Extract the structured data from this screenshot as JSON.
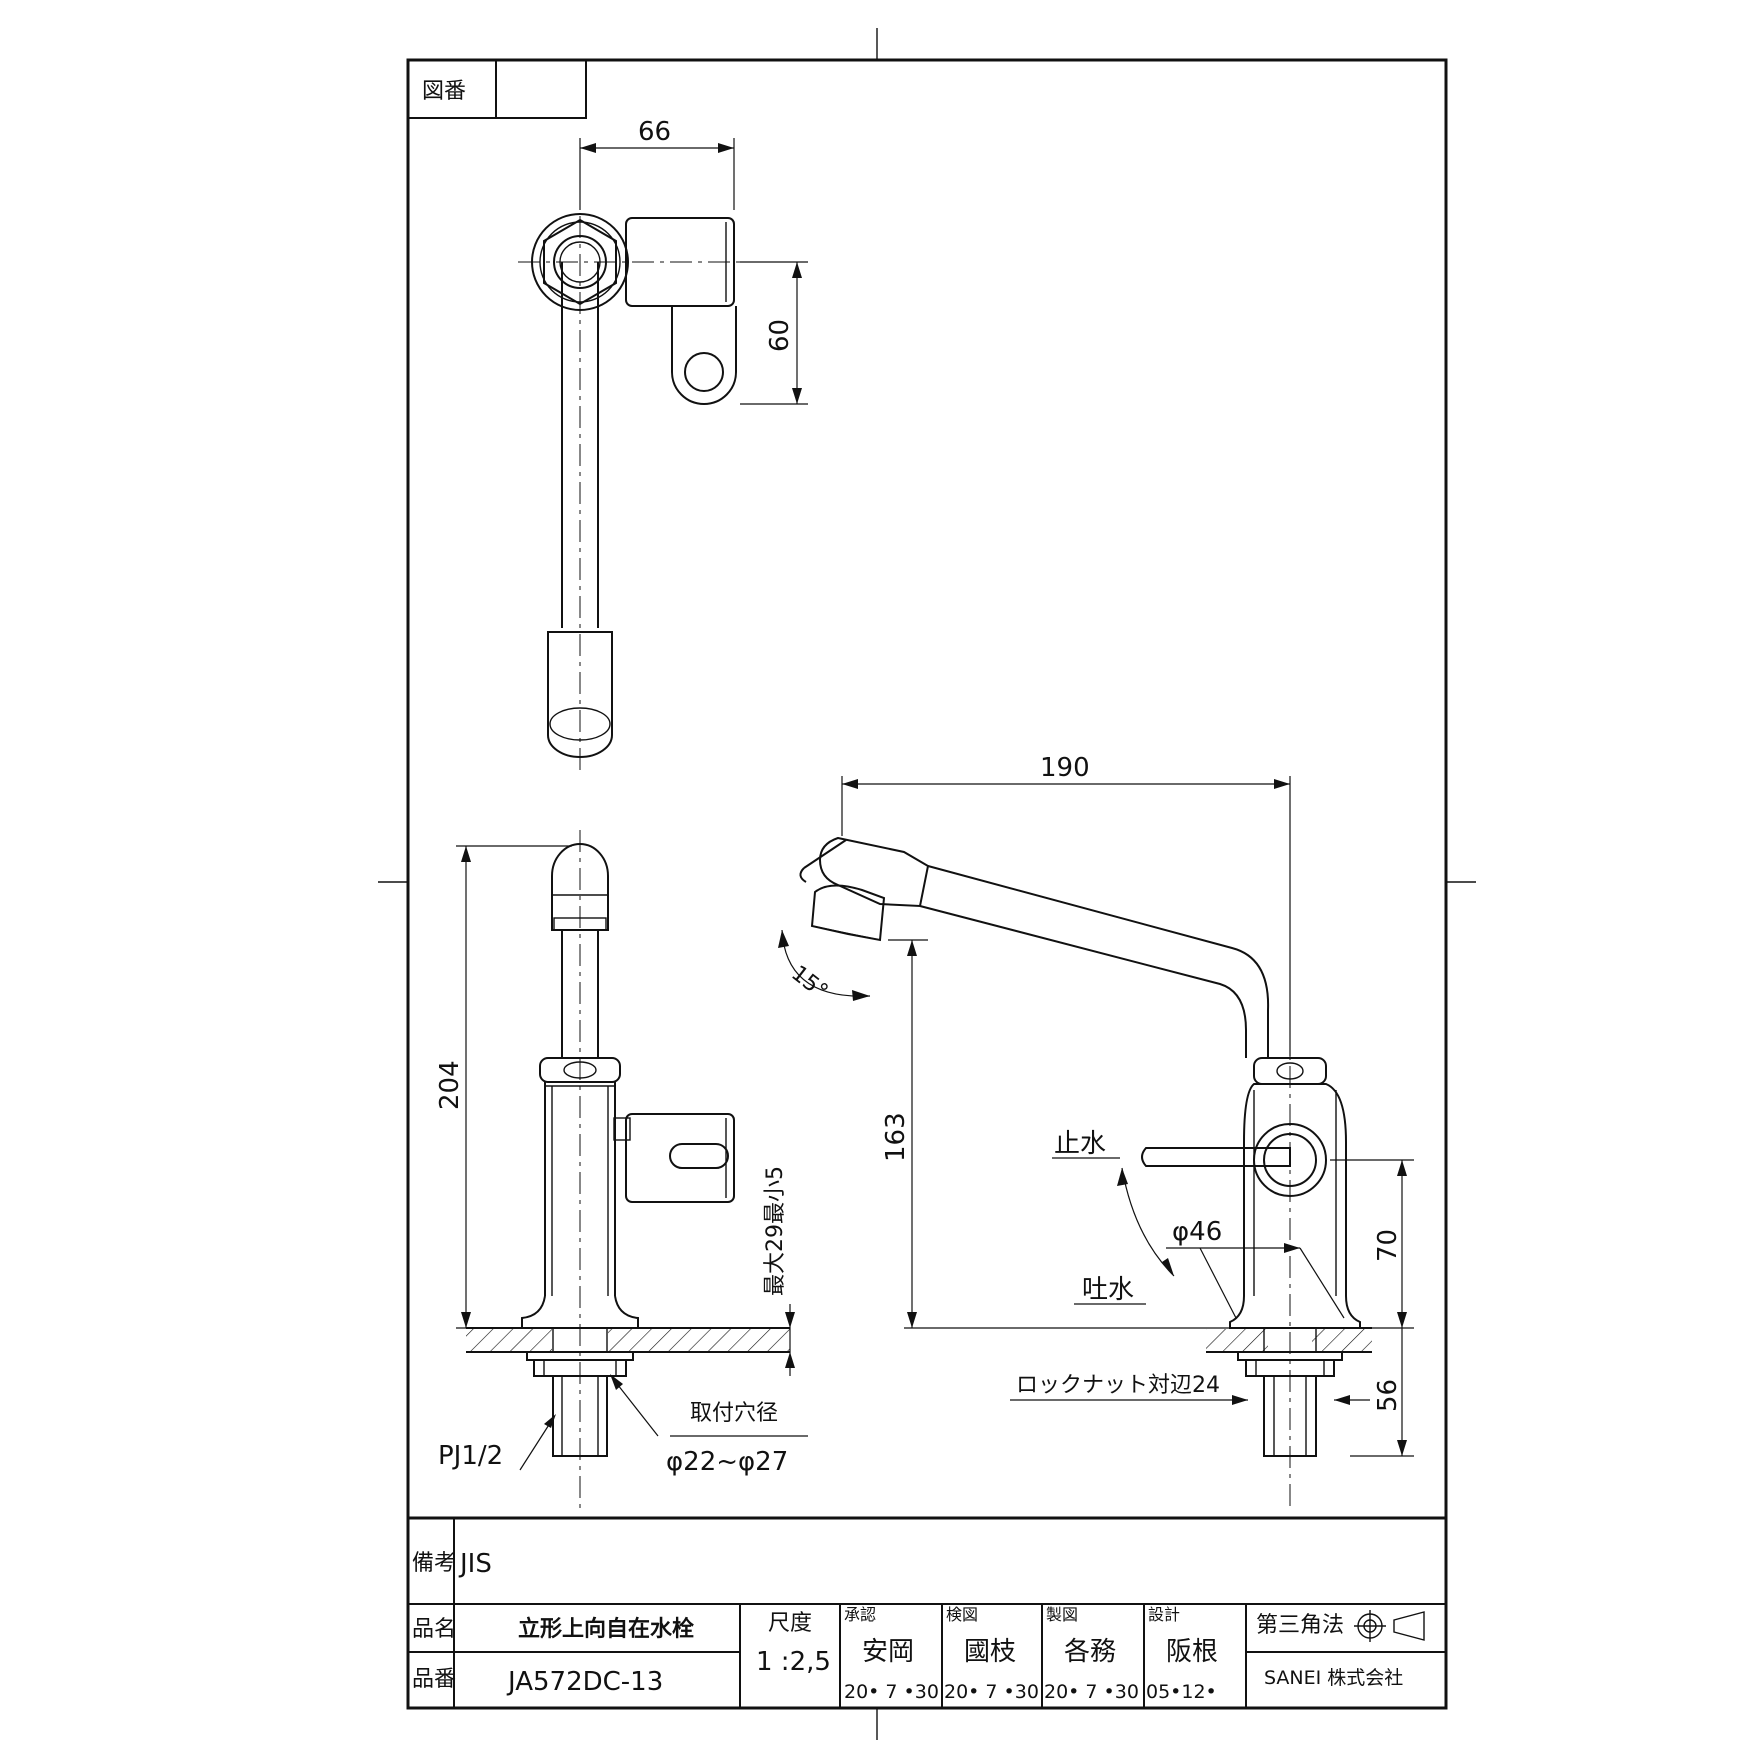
{
  "title_block": {
    "drawing_no_label": "図番",
    "drawing_no_value": "",
    "remarks_label": "備考",
    "remarks_value": "JIS",
    "product_name_label": "品名",
    "product_name": "立形上向自在水栓",
    "product_no_label": "品番",
    "product_no": "JA572DC-13",
    "scale_label": "尺度",
    "scale_value": "1 :2,5",
    "approved_label": "承認",
    "approved_name": "安岡",
    "approved_date": "20• 7 •30",
    "checked_label": "検図",
    "checked_name": "國枝",
    "checked_date": "20• 7 •30",
    "drawn_label": "製図",
    "drawn_name": "各務",
    "drawn_date": "20• 7 •30",
    "design_label": "設計",
    "design_name": "阪根",
    "design_date": "05•12•",
    "projection_label": "第三角法",
    "company": "SANEI 株式会社"
  },
  "dimensions": {
    "top_width": "66",
    "top_depth": "60",
    "side_height": "204",
    "max_min": "最大29最小5",
    "mount_hole_label": "取付穴径",
    "mount_hole_value": "φ22~φ27",
    "thread": "PJ1/2",
    "spout_reach": "190",
    "angle": "15°",
    "spout_height": "163",
    "stop_water": "止水",
    "discharge": "吐水",
    "base_dia": "φ46",
    "handle_height": "70",
    "lock_nut": "ロックナット対辺24",
    "shank_length": "56"
  }
}
